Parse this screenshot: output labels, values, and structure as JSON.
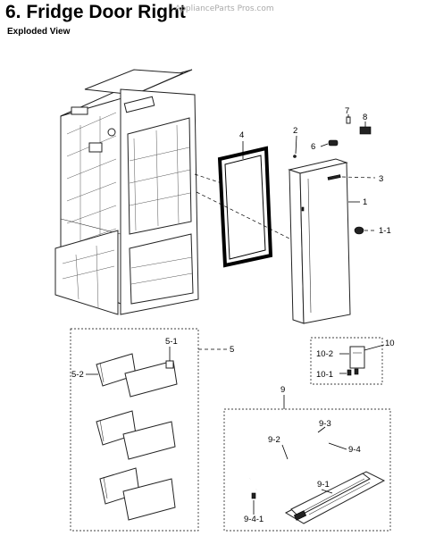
{
  "header": {
    "title": "6.  Fridge Door Right",
    "subtitle": "Exploded View",
    "watermark": "ApplianceParts Pros.com"
  },
  "callouts": {
    "p1": "1",
    "p1_1": "1-1",
    "p2": "2",
    "p3": "3",
    "p4": "4",
    "p5": "5",
    "p5_1": "5-1",
    "p5_2": "5-2",
    "p6": "6",
    "p7": "7",
    "p8": "8",
    "p9": "9",
    "p9_1": "9-1",
    "p9_2": "9-2",
    "p9_3": "9-3",
    "p9_4": "9-4",
    "p9_4_1": "9-4-1",
    "p10": "10",
    "p10_1": "10-1",
    "p10_2": "10-2"
  }
}
